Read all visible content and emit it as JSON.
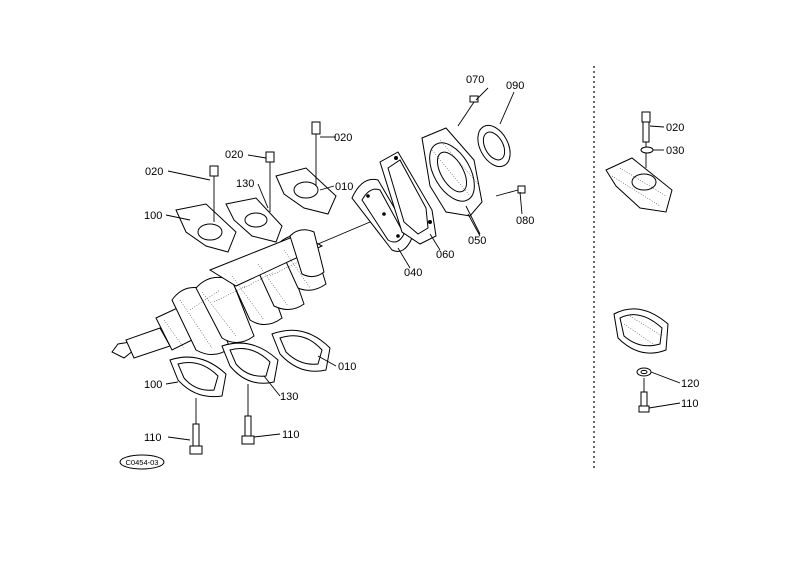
{
  "callouts": {
    "c070": "070",
    "c090": "090",
    "c020_a": "020",
    "c020_b": "020",
    "c020_c": "020",
    "c130_a": "130",
    "c010_a": "010",
    "c100_a": "100",
    "c080": "080",
    "c050": "050",
    "c060": "060",
    "c040": "040",
    "c010_b": "010",
    "c100_b": "100",
    "c130_b": "130",
    "c110_a": "110",
    "c110_b": "110",
    "c020_r": "020",
    "c030_r": "030",
    "c120_r": "120",
    "c110_r": "110"
  },
  "figure_code": "C0454-03"
}
